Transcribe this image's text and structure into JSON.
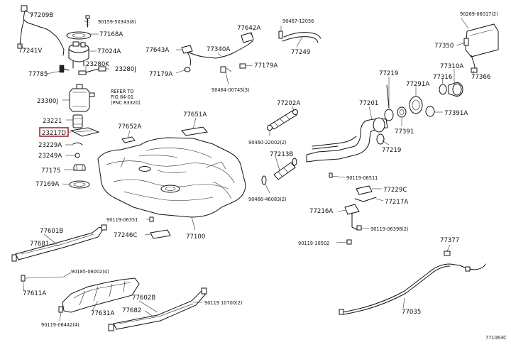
{
  "diagram_code": "771063C",
  "callouts": {
    "p77209B": "77209B",
    "p90159_50343": "90159-50343(8)",
    "p77168A": "77168A",
    "p77241V": "77241V",
    "p77024A": "77024A",
    "p77785": "77785",
    "p23280K": "23280K",
    "p23280J": "23280J",
    "p23300J": "23300J",
    "p23221": "23221",
    "p23217D": "23217D",
    "p23229A": "23229A",
    "p23249A": "23249A",
    "p77175": "77175",
    "p77169A": "77169A",
    "p77642A": "77642A",
    "p90467_12056": "90467-12056",
    "p77643A": "77643A",
    "p77340A": "77340A",
    "p77249": "77249",
    "p77179A_l": "77179A",
    "p77179A_r": "77179A",
    "p90464_00745": "90464-00745(3)",
    "p77651A": "77651A",
    "p77652A": "77652A",
    "p77202A": "77202A",
    "p90460_22002": "90460-22002(2)",
    "p77213B": "77213B",
    "p90466_46083": "90466-46083(2)",
    "p77219_top": "77219",
    "p77201": "77201",
    "p77391": "77391",
    "p77219_bot": "77219",
    "p90269_06017": "90269-06017(2)",
    "p77350": "77350",
    "p77310A": "77310A",
    "p77366": "77366",
    "p77316": "77316",
    "p77291A": "77291A",
    "p77391A": "77391A",
    "p90119_08511": "90119-08511",
    "p77229C": "77229C",
    "p77217A": "77217A",
    "p77216A": "77216A",
    "p90119_06398": "90119-06398(2)",
    "p90119_10502": "90119-10502",
    "p90119_06351": "90119-06351",
    "p77246C": "77246C",
    "p77100": "77100",
    "p77601B": "77601B",
    "p77681": "77681",
    "p90185_06002": "90185-06002(4)",
    "p77611A": "77611A",
    "p77631A": "77631A",
    "p77602B": "77602B",
    "p77682": "77682",
    "p90119_10700": "90119 10700(2)",
    "p90119_06442": "90119-06442(4)",
    "p77377": "77377",
    "p77035": "77035"
  },
  "note": {
    "line1": "REFER TO",
    "line2": "FIG 84-01",
    "line3": "(PNC 83320)"
  },
  "highlighted_part": "23217D"
}
